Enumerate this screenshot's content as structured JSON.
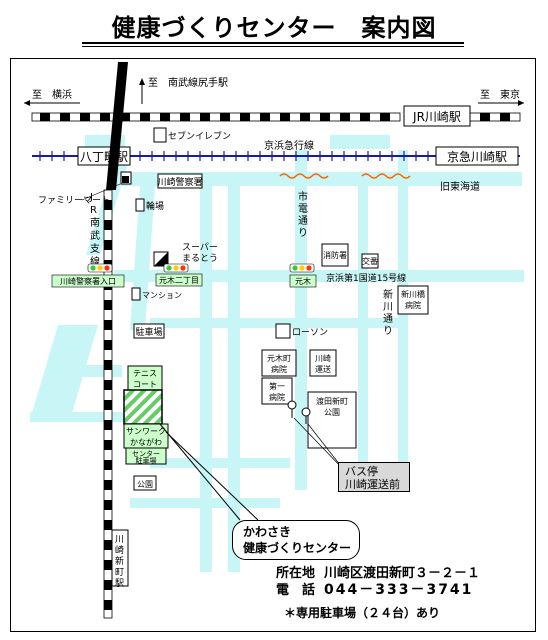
{
  "title": "健康づくりセンター　案内図",
  "labels": {
    "to_yokohama": "至　横浜",
    "to_tokyo": "至　東京",
    "to_nambu_shitte": "至　南武線尻手駅",
    "jr_kawasaki": "JR川崎駅",
    "seven_eleven": "セブンイレブン",
    "keikyu_line": "京浜急行線",
    "hatchonawate": "八丁畷駅",
    "keikyu_kawasaki": "京急川崎駅",
    "kawasaki_police": "川崎警察署",
    "old_tokaido": "旧東海道",
    "familymart": "ファミリーマート",
    "jr_nambu_branch": "JR南武支線",
    "bike_parking": "輪場",
    "shiden_dori": "市電通り",
    "supermarket": "スーパーまるとう",
    "fire_station": "消防署",
    "koban": "交番",
    "police_entrance": "川崎警察署入口",
    "motoki_2": "元木二丁目",
    "motoki": "元木",
    "keihin_route15": "京浜第1国道15号線",
    "shin_kawasaki_dori": "新川通り",
    "shinkawabashi_hospital": "新川橋病院",
    "mansion": "マンション",
    "parking_lot": "駐車場",
    "lawson": "ローソン",
    "tennis_court": "テニスコート",
    "motokicho_hospital": "元木町病院",
    "kawasaki_unso": "川崎運送",
    "daiichi_hospital": "第一病院",
    "watarida_park": "渡田新町公園",
    "sunwork": "サンワークかながわ",
    "center_parking": "センター駐車場",
    "park": "公園",
    "kawasaki_shinmachi": "川崎新町駅",
    "bus_stop": "バス停",
    "bus_stop_name": "川崎運送前"
  },
  "callout": {
    "line1": "かわさき",
    "line2": "健康づくりセンター"
  },
  "address": {
    "label": "所在地",
    "value": "川崎区渡田新町３－２－１",
    "phone_label": "電　話",
    "phone": "044－333－3741"
  },
  "parking_note": "＊専用駐車場（２４台）あり",
  "colors": {
    "road": "#c8f5f5",
    "keikyu": "#1a1aa0",
    "highlight": "#66cc66",
    "label_bg": "#ccffcc",
    "wavy": "#ff6600"
  }
}
